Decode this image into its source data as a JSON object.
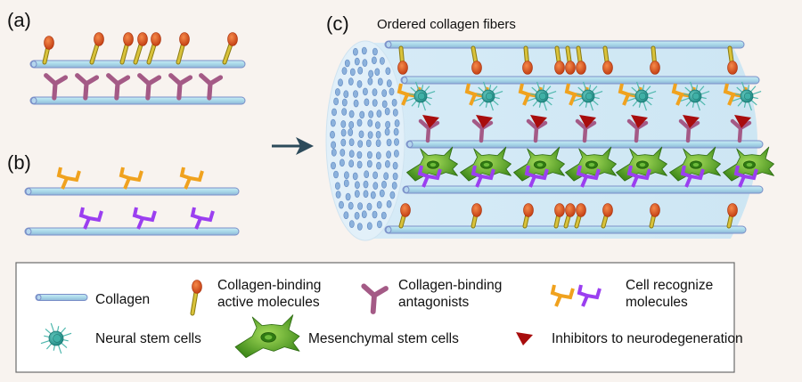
{
  "panels": {
    "a": {
      "label": "(a)"
    },
    "b": {
      "label": "(b)"
    },
    "c": {
      "label": "(c)",
      "title": "Ordered collagen fibers"
    }
  },
  "colors": {
    "background": "#f8f3ef",
    "collagen": "#a8d8e8",
    "collagen_edge": "#7a8fc8",
    "active_molecule_head": "#d9541e",
    "active_molecule_stem": "#d9c23a",
    "antagonist": "#a45a86",
    "recognize_orange": "#f0a21e",
    "recognize_purple": "#9b3ff0",
    "neural_stem_cell": "#3aa8a0",
    "mesenchymal_cell": "#5ea626",
    "inhibitor": "#a80d0d",
    "scaffold": "#d2e8f4",
    "arrow": "#2c4a5a"
  },
  "legend": {
    "items": [
      {
        "icon": "collagen-fiber-icon",
        "label_lines": [
          "Collagen"
        ]
      },
      {
        "icon": "collagen-binding-active-molecule-icon",
        "label_lines": [
          "Collagen-binding",
          "active molecules"
        ]
      },
      {
        "icon": "collagen-binding-antagonist-icon",
        "label_lines": [
          "Collagen-binding",
          "antagonists"
        ]
      },
      {
        "icon": "cell-recognize-molecules-icon",
        "label_lines": [
          "Cell recognize",
          "molecules"
        ]
      },
      {
        "icon": "neural-stem-cell-icon",
        "label_lines": [
          "Neural stem cells"
        ]
      },
      {
        "icon": "mesenchymal-stem-cell-icon",
        "label_lines": [
          "Mesenchymal stem cells"
        ]
      },
      {
        "icon": "inhibitor-icon",
        "label_lines": [
          "Inhibitors to neurodegeneration"
        ]
      }
    ]
  }
}
